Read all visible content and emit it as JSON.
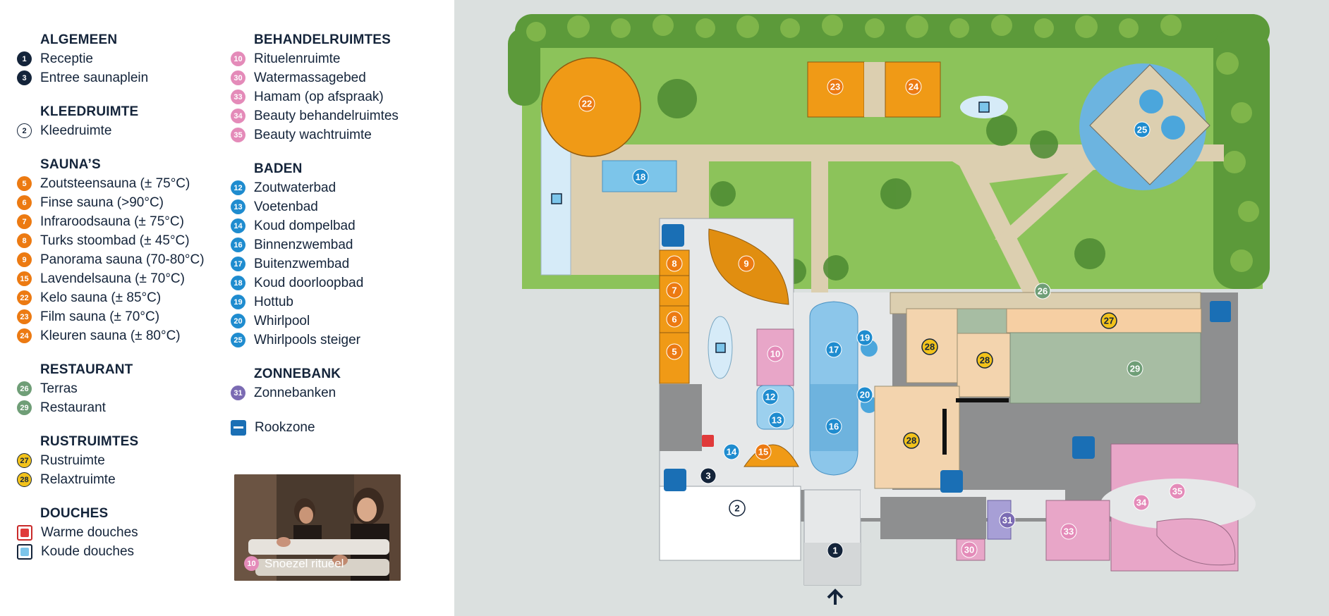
{
  "legend": {
    "col1": [
      {
        "title": "ALGEMEEN",
        "items": [
          {
            "num": "1",
            "label": "Receptie",
            "style": "navy"
          },
          {
            "num": "3",
            "label": "Entree saunaplein",
            "style": "navy"
          }
        ]
      },
      {
        "title": "KLEEDRUIMTE",
        "items": [
          {
            "num": "2",
            "label": "Kleedruimte",
            "style": "outline"
          }
        ]
      },
      {
        "title": "SAUNA’S",
        "items": [
          {
            "num": "5",
            "label": "Zoutsteensauna (± 75°C)",
            "style": "orange"
          },
          {
            "num": "6",
            "label": "Finse sauna (>90°C)",
            "style": "orange"
          },
          {
            "num": "7",
            "label": "Infraroodsauna (± 75°C)",
            "style": "orange"
          },
          {
            "num": "8",
            "label": "Turks stoombad (± 45°C)",
            "style": "orange"
          },
          {
            "num": "9",
            "label": "Panorama sauna (70-80°C)",
            "style": "orange"
          },
          {
            "num": "15",
            "label": "Lavendelsauna (± 70°C)",
            "style": "orange"
          },
          {
            "num": "22",
            "label": "Kelo sauna (± 85°C)",
            "style": "orange"
          },
          {
            "num": "23",
            "label": "Film sauna (± 70°C)",
            "style": "orange"
          },
          {
            "num": "24",
            "label": "Kleuren sauna (± 80°C)",
            "style": "orange"
          }
        ]
      },
      {
        "title": "RESTAURANT",
        "items": [
          {
            "num": "26",
            "label": "Terras",
            "style": "green"
          },
          {
            "num": "29",
            "label": "Restaurant",
            "style": "green"
          }
        ]
      },
      {
        "title": "RUSTRUIMTES",
        "items": [
          {
            "num": "27",
            "label": "Rustruimte",
            "style": "yellow"
          },
          {
            "num": "28",
            "label": "Relaxtruimte",
            "style": "yellow"
          }
        ]
      },
      {
        "title": "DOUCHES",
        "items": [
          {
            "num": "",
            "label": "Warme douches",
            "style": "warm-shower"
          },
          {
            "num": "",
            "label": "Koude douches",
            "style": "cold-shower"
          }
        ]
      }
    ],
    "col2": [
      {
        "title": "BEHANDELRUIMTES",
        "items": [
          {
            "num": "10",
            "label": "Rituelenruimte",
            "style": "pink"
          },
          {
            "num": "30",
            "label": "Watermassagebed",
            "style": "pink"
          },
          {
            "num": "33",
            "label": "Hamam (op afspraak)",
            "style": "pink"
          },
          {
            "num": "34",
            "label": "Beauty behandelruimtes",
            "style": "pink"
          },
          {
            "num": "35",
            "label": "Beauty wachtruimte",
            "style": "pink"
          }
        ]
      },
      {
        "title": "BADEN",
        "items": [
          {
            "num": "12",
            "label": "Zoutwaterbad",
            "style": "blue"
          },
          {
            "num": "13",
            "label": "Voetenbad",
            "style": "blue"
          },
          {
            "num": "14",
            "label": "Koud dompelbad",
            "style": "blue"
          },
          {
            "num": "16",
            "label": "Binnenzwembad",
            "style": "blue"
          },
          {
            "num": "17",
            "label": "Buitenzwembad",
            "style": "blue"
          },
          {
            "num": "18",
            "label": "Koud doorloopbad",
            "style": "blue"
          },
          {
            "num": "19",
            "label": "Hottub",
            "style": "blue"
          },
          {
            "num": "20",
            "label": "Whirlpool",
            "style": "blue"
          },
          {
            "num": "25",
            "label": "Whirlpools steiger",
            "style": "blue"
          }
        ]
      },
      {
        "title": "ZONNEBANK",
        "items": [
          {
            "num": "31",
            "label": "Zonnebanken",
            "style": "purple"
          }
        ]
      },
      {
        "title": "",
        "items": [
          {
            "num": "",
            "label": "Rookzone",
            "style": "smoking"
          }
        ]
      }
    ]
  },
  "photo": {
    "badge": "10",
    "caption": "Snoezel ritueel"
  },
  "map_labels": {
    "n1": "1",
    "n2": "2",
    "n3": "3",
    "n5": "5",
    "n6": "6",
    "n7": "7",
    "n8": "8",
    "n9": "9",
    "n10": "10",
    "n12": "12",
    "n13": "13",
    "n14": "14",
    "n15": "15",
    "n16": "16",
    "n17": "17",
    "n18": "18",
    "n19": "19",
    "n20": "20",
    "n22": "22",
    "n23": "23",
    "n24": "24",
    "n25": "25",
    "n26": "26",
    "n27": "27",
    "n28a": "28",
    "n28b": "28",
    "n28c": "28",
    "n29": "29",
    "n30": "30",
    "n31": "31",
    "n33": "33",
    "n34": "34",
    "n35": "35"
  },
  "colors": {
    "navy": "#14243a",
    "orange": "#ec7a12",
    "pink": "#e48bb9",
    "blue": "#1f8ccf",
    "green": "#6f9e77",
    "yellow": "#f2c21b",
    "purple": "#7b6bb3",
    "grass": "#8cc35a",
    "path": "#dccfb0",
    "water": "#bde0f5",
    "sauna": "#f09a16",
    "building": "#8e8f90"
  },
  "icons": [
    "toilet-icon",
    "warm-shower-icon",
    "cold-shower-icon",
    "smoking-icon",
    "entrance-arrow-icon"
  ]
}
